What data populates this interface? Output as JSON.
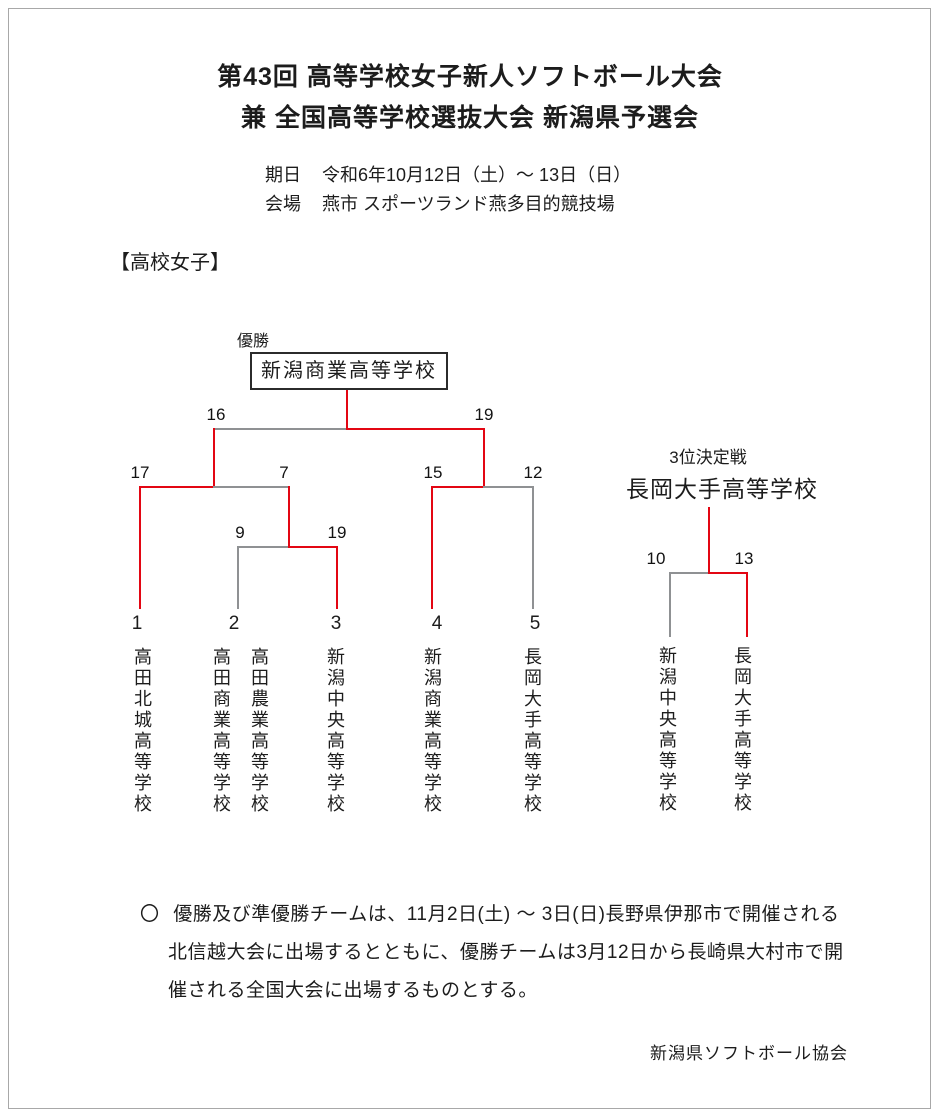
{
  "page": {
    "title_line1": "第43回 高等学校女子新人ソフトボール大会",
    "title_line2": "兼 全国高等学校選抜大会 新潟県予選会",
    "date_label": "期日",
    "date_value": "令和6年10月12日（土）～ 13日（日）",
    "venue_label": "会場",
    "venue_value": "燕市 スポーツランド燕多目的競技場",
    "section_label": "【高校女子】",
    "footer_org": "新潟県ソフトボール協会"
  },
  "bracket": {
    "champion_label": "優勝",
    "champion": "新潟商業高等学校",
    "final": {
      "left_score": "16",
      "right_score": "19"
    },
    "semifinal1": {
      "left_score": "17",
      "right_score": "7"
    },
    "semifinal2": {
      "left_score": "15",
      "right_score": "12"
    },
    "round1": {
      "left_score": "9",
      "right_score": "19"
    },
    "teams": [
      {
        "seed": "1",
        "name": "高田北城高等学校"
      },
      {
        "seed": "2",
        "name": "高田商業高等学校",
        "name_joint": "高田農業高等学校"
      },
      {
        "seed": "3",
        "name": "新潟中央高等学校"
      },
      {
        "seed": "4",
        "name": "新潟商業高等学校"
      },
      {
        "seed": "5",
        "name": "長岡大手高等学校"
      }
    ]
  },
  "third_place": {
    "label": "3位決定戦",
    "winner": "長岡大手高等学校",
    "left_score": "10",
    "right_score": "13",
    "left_team": "新潟中央高等学校",
    "right_team": "長岡大手高等学校"
  },
  "note": {
    "marker": "〇",
    "line1": "優勝及び準優勝チームは、11月2日(土) ～ 3日(日)長野県伊那市で開催される",
    "line2": "北信越大会に出場するとともに、優勝チームは3月12日から長崎県大村市で開",
    "line3": "催される全国大会に出場するものとする。"
  },
  "colors": {
    "winner_path_red": "#e30613",
    "bracket_line_gray": "#8f9193",
    "text": "#1c1c1c",
    "page_border": "#a8a8a8"
  }
}
